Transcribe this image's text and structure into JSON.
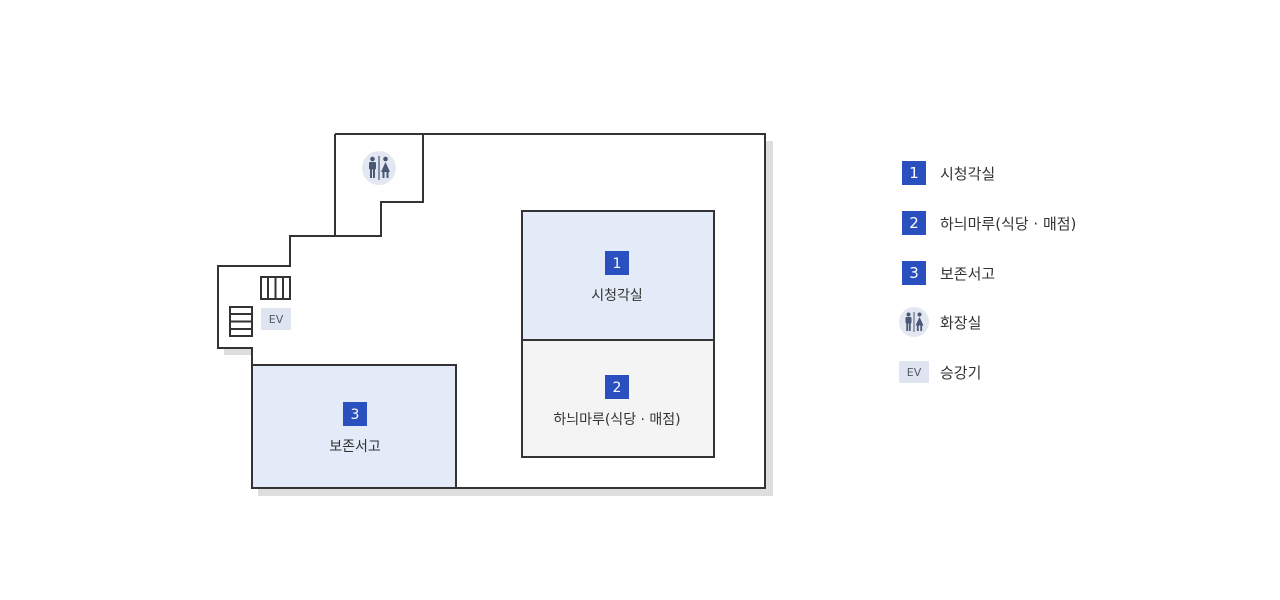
{
  "rooms": [
    {
      "number": "1",
      "label": "시청각실"
    },
    {
      "number": "2",
      "label": "하늬마루(식당 · 매점)"
    },
    {
      "number": "3",
      "label": "보존서고"
    }
  ],
  "elevator_label": "EV",
  "legend": {
    "items": [
      {
        "marker": "1",
        "label": "시청각실"
      },
      {
        "marker": "2",
        "label": "하늬마루(식당 · 매점)"
      },
      {
        "marker": "3",
        "label": "보존서고"
      },
      {
        "marker": "restroom-icon",
        "label": "화장실"
      },
      {
        "marker": "EV",
        "label": "승강기"
      }
    ]
  },
  "colors": {
    "badge": "#2a4fbf",
    "room_blue": "#e2ebf7",
    "room_gray": "#f4f4f4",
    "wall": "#333333",
    "shadow": "#dedede",
    "icon_circle": "#e2e7f1",
    "icon_figure": "#4a5775"
  }
}
